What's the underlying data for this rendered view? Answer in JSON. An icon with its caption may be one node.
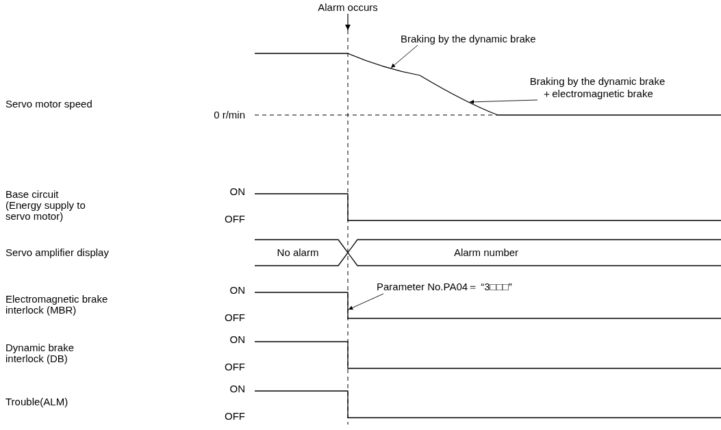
{
  "diagram": {
    "nodes": [
      {
        "text": [
          "Alarm occurs"
        ]
      },
      {
        "text": [
          "Braking by the dynamic brake"
        ]
      },
      {
        "text": [
          "Braking by the dynamic brake ＋electromagnetic brake"
        ]
      },
      {
        "text": [
          "Parameter No.PA04＝ “3□□□”"
        ]
      },
      {
        "text": [],
        "shape": "curve"
      },
      {
        "text": [],
        "shape": "curve"
      },
      {
        "text": [],
        "shape": "line"
      }
    ],
    "edges": [
      {
        "from": 0,
        "to": null,
        "arrow": "to"
      },
      {
        "from": 1,
        "to": 4,
        "arrow": "to"
      },
      {
        "from": 2,
        "to": 5,
        "arrow": "to"
      },
      {
        "from": 3,
        "to": 6,
        "arrow": "to"
      }
    ],
    "labels": [
      "Servo motor speed",
      "0 r/min",
      "Base circuit (Energy supply to servo motor)",
      "ON",
      "OFF",
      "Servo amplifier display",
      "No alarm",
      "Alarm number",
      "Electromagnetic brake interlock (MBR)",
      "ON",
      "OFF",
      "Dynamic brake interlock (DB)",
      "ON",
      "OFF",
      "Trouble(ALM)",
      "ON",
      "OFF"
    ]
  }
}
